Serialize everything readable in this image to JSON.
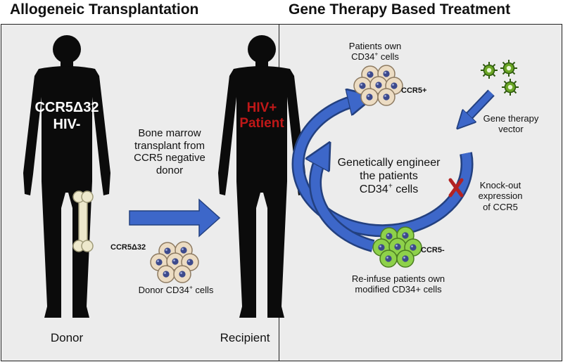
{
  "headings": {
    "left": "Allogeneic Transplantation",
    "right": "Gene Therapy Based Treatment"
  },
  "donor": {
    "body_line1": "CCR5Δ32",
    "body_line2": "HIV-",
    "caption": "Donor"
  },
  "transplant_arrow": {
    "text_line1": "Bone marrow",
    "text_line2": "transplant from",
    "text_line3": "CCR5 negative",
    "text_line4": "donor"
  },
  "donor_cells": {
    "tag": "CCR5Δ32",
    "caption_main": "Donor CD34",
    "caption_sup": "+",
    "caption_end": " cells"
  },
  "recipient": {
    "body_line1": "HIV+",
    "body_line2": "Patient",
    "caption": "Recipient"
  },
  "cycle": {
    "top_label_line1": "Patients own",
    "top_label_main": "CD34",
    "top_label_sup": "+",
    "top_label_end": " cells",
    "ccr5_pos_tag": "CCR5+",
    "vector_line1": "Gene therapy",
    "vector_line2": "vector",
    "center_line1": "Genetically engineer",
    "center_line2": "the patients",
    "center_line3_main": "CD34",
    "center_line3_sup": "+",
    "center_line3_end": " cells",
    "knockout_line1": "Knock-out",
    "knockout_line2": "expression",
    "knockout_line3": "of CCR5",
    "ccr5_neg_tag": "CCR5-",
    "reinfuse_line1": "Re-infuse patients own",
    "reinfuse_line2": "modified CD34+ cells"
  },
  "colors": {
    "arrow_blue": "#3d67c9",
    "arrow_dark": "#23407f",
    "silhouette": "#0b0b0b",
    "hiv_text": "#c01818",
    "cell_beige": "#ecdcc3",
    "cell_nucleus": "#3d4a8c",
    "cell_green": "#8ed14a",
    "virus_green": "#6aa624",
    "knockout_x": "#b32222",
    "bone": "#ede8cc"
  }
}
